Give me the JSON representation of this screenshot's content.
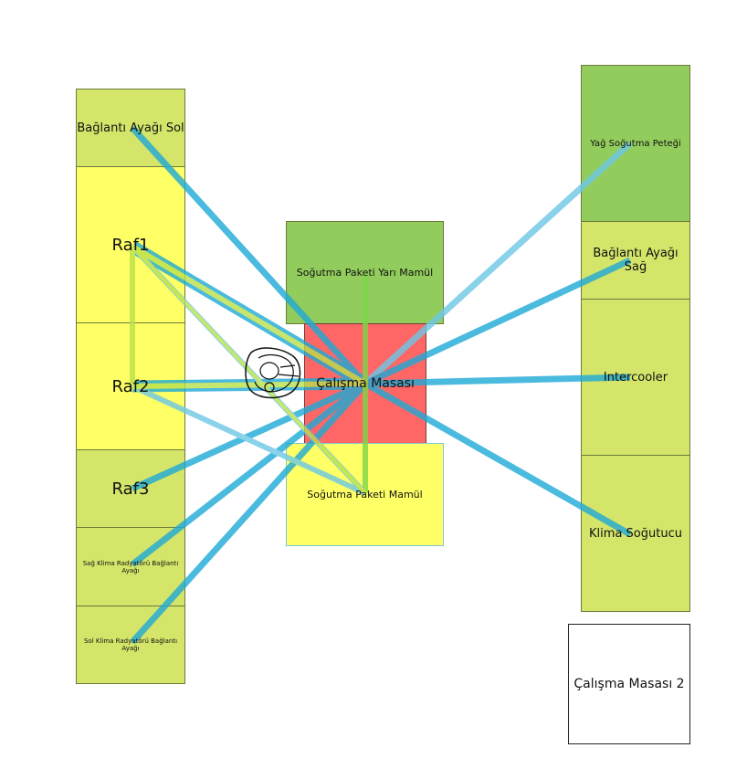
{
  "stations": {
    "baglanti_sol": "Bağlantı Ayağı Sol",
    "raf1": "Raf1",
    "raf2": "Raf2",
    "raf3": "Raf3",
    "sag_klima": "Sağ Klima Radyatörü Bağlantı Ayağı",
    "sol_klima": "Sol Klima Radyatörü Bağlantı Ayağı",
    "sogutma_yari": "Soğutma Paketi Yarı Mamül",
    "calisma_masasi": "Çalışma Masası",
    "sogutma_mamul": "Soğutma Paketi Mamül",
    "yag_sogutma": "Yağ Soğutma Peteği",
    "baglanti_sag": "Bağlantı Ayağı Sağ",
    "intercooler": "Intercooler",
    "klima_sogutucu": "Klima Soğutucu",
    "calisma_masasi_2": "Çalışma Masası 2"
  },
  "colors": {
    "blue_flow": "#1eaad6",
    "light_blue_flow": "#6cc8e6",
    "green_flow": "#7ed64a",
    "lime_flow": "#b8e04a",
    "red_station": "#ff6666",
    "yellow_station": "#ffff66",
    "lime_station": "#d4e56a",
    "green_station": "#92cc5c"
  },
  "icons": [
    "operator-icon"
  ]
}
